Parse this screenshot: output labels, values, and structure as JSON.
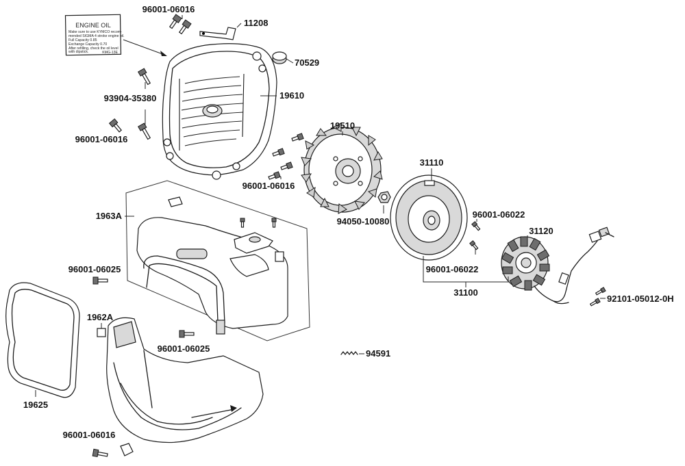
{
  "labels": {
    "l_96001_06016_top": "96001-06016",
    "l_11208": "11208",
    "l_70529": "70529",
    "l_93904_35380": "93904-35380",
    "l_19610": "19610",
    "l_96001_06016_left": "96001-06016",
    "l_19510": "19510",
    "l_96001_06016_mid": "96001-06016",
    "l_31110": "31110",
    "l_1963A": "1963A",
    "l_94050_10080": "94050-10080",
    "l_96001_06022_a": "96001-06022",
    "l_31120": "31120",
    "l_96001_06022_b": "96001-06022",
    "l_96001_06025_a": "96001-06025",
    "l_31100": "31100",
    "l_92101_05012_0H": "92101-05012-0H",
    "l_1962A": "1962A",
    "l_96001_06025_b": "96001-06025",
    "l_94591": "94591",
    "l_19625": "19625",
    "l_96001_06016_bottom": "96001-06016"
  },
  "oil_label": {
    "title": "ENGINE OIL",
    "line1": "Make sure to use KYMCO recom-",
    "line2": "mended SIGMA 4 stroke engine oil.",
    "line3": "Full Capacity          0.85",
    "line4": "Exchange Capacity     0.70",
    "line5": "After refilling, check the oil level",
    "line6": "with dipstick.",
    "code": "KMG-13E"
  },
  "colors": {
    "line": "#1a1a1a",
    "shade": "#d9d9d9",
    "background": "#ffffff"
  }
}
